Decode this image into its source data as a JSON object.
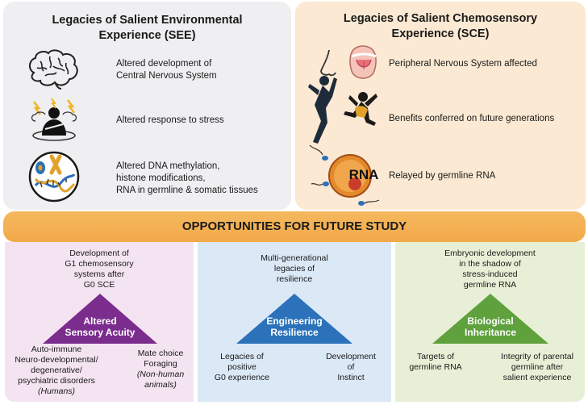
{
  "see": {
    "title_line1": "Legacies of Salient Environmental",
    "title_line2": "Experience (SEE)",
    "items": [
      {
        "icon": "brain-icon",
        "lines": [
          "Altered development of",
          "Central Nervous System"
        ]
      },
      {
        "icon": "stressed-person-icon",
        "lines": [
          "Altered response to stress"
        ]
      },
      {
        "icon": "dna-chromosome-icon",
        "lines": [
          "Altered DNA methylation,",
          "histone modifications,",
          "RNA in germline & somatic tissues"
        ]
      }
    ]
  },
  "sce": {
    "title_line1": "Legacies of Salient Chemosensory",
    "title_line2": "Experience (SCE)",
    "items": [
      {
        "icon": "nose-tongue-icon",
        "lines": [
          "Peripheral Nervous System affected"
        ]
      },
      {
        "icon": "jumping-people-icon",
        "lines": [
          "Benefits conferred on future generations"
        ]
      },
      {
        "icon": "rna-egg-sperm-icon",
        "label": "RNA",
        "lines": [
          "Relayed by germline RNA"
        ]
      }
    ]
  },
  "opportunities": {
    "banner": "OPPORTUNITIES FOR FUTURE STUDY",
    "columns": [
      {
        "top_lines": [
          "Development of",
          "G1 chemosensory",
          "systems after",
          "G0 SCE"
        ],
        "triangle_lines": [
          "Altered",
          "Sensory Acuity"
        ],
        "triangle_color": "#7b2d8e",
        "left_lines": [
          "Auto-immune",
          "Neuro-developmental/",
          "degenerative/",
          "psychiatric disorders"
        ],
        "left_note": "(Humans)",
        "right_lines": [
          "Mate choice",
          "Foraging"
        ],
        "right_note_lines": [
          "(Non-human",
          "animals)"
        ]
      },
      {
        "top_lines": [
          "Multi-generational",
          "legacies of",
          "resilience"
        ],
        "triangle_lines": [
          "Engineering",
          "Resilience"
        ],
        "triangle_color": "#2b72bb",
        "left_lines": [
          "Legacies of",
          "positive",
          "G0 experience"
        ],
        "right_lines": [
          "Development",
          "of",
          "Instinct"
        ]
      },
      {
        "top_lines": [
          "Embryonic development",
          "in the shadow of",
          "stress-induced",
          "germline RNA"
        ],
        "triangle_lines": [
          "Biological",
          "Inheritance"
        ],
        "triangle_color": "#5fa13d",
        "left_lines": [
          "Targets of",
          "germline RNA"
        ],
        "right_lines": [
          "Integrity of parental",
          "germline after",
          "salient experience"
        ]
      }
    ]
  }
}
